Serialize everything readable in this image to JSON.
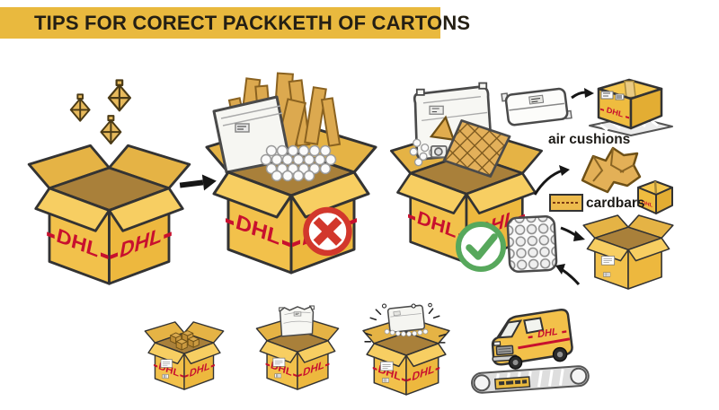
{
  "banner": {
    "title": "TIPS FOR CORECT PACKKETH OF CARTONS",
    "bg_color": "#E9B93E",
    "text_color": "#241F14"
  },
  "brand": {
    "logo": "DHL",
    "red": "#C8102E"
  },
  "labels": {
    "air_cushions": "air cushions",
    "cardbars": "cardbars"
  },
  "marks": {
    "wrong_color": "#D2372C",
    "right_color": "#57A85C"
  },
  "palette": {
    "box_yellow": "#F2C14B",
    "box_side": "#EDB83E",
    "flap": "#F7CE62",
    "interior": "#A9803A",
    "cardboard": "#DCA94F",
    "outline": "#333333",
    "background": "#FFFFFF"
  },
  "illustrations": [
    "loose-fill-peanuts-above-empty-box",
    "empty-open-dhl-box",
    "arrow-right",
    "overfilled-dhl-box",
    "wrong-mark",
    "well-packed-dhl-box",
    "right-mark",
    "air-cushion-pillow",
    "sealed-dhl-box-on-conveyor",
    "crumpled-paper",
    "small-sealed-dhl-box",
    "cardboard-sheet",
    "bubble-wrap-pillow",
    "empty-open-box",
    "box-with-dividers",
    "box-with-protective-pouch",
    "box-with-loose-fill-burst",
    "dhl-van-on-conveyor"
  ]
}
